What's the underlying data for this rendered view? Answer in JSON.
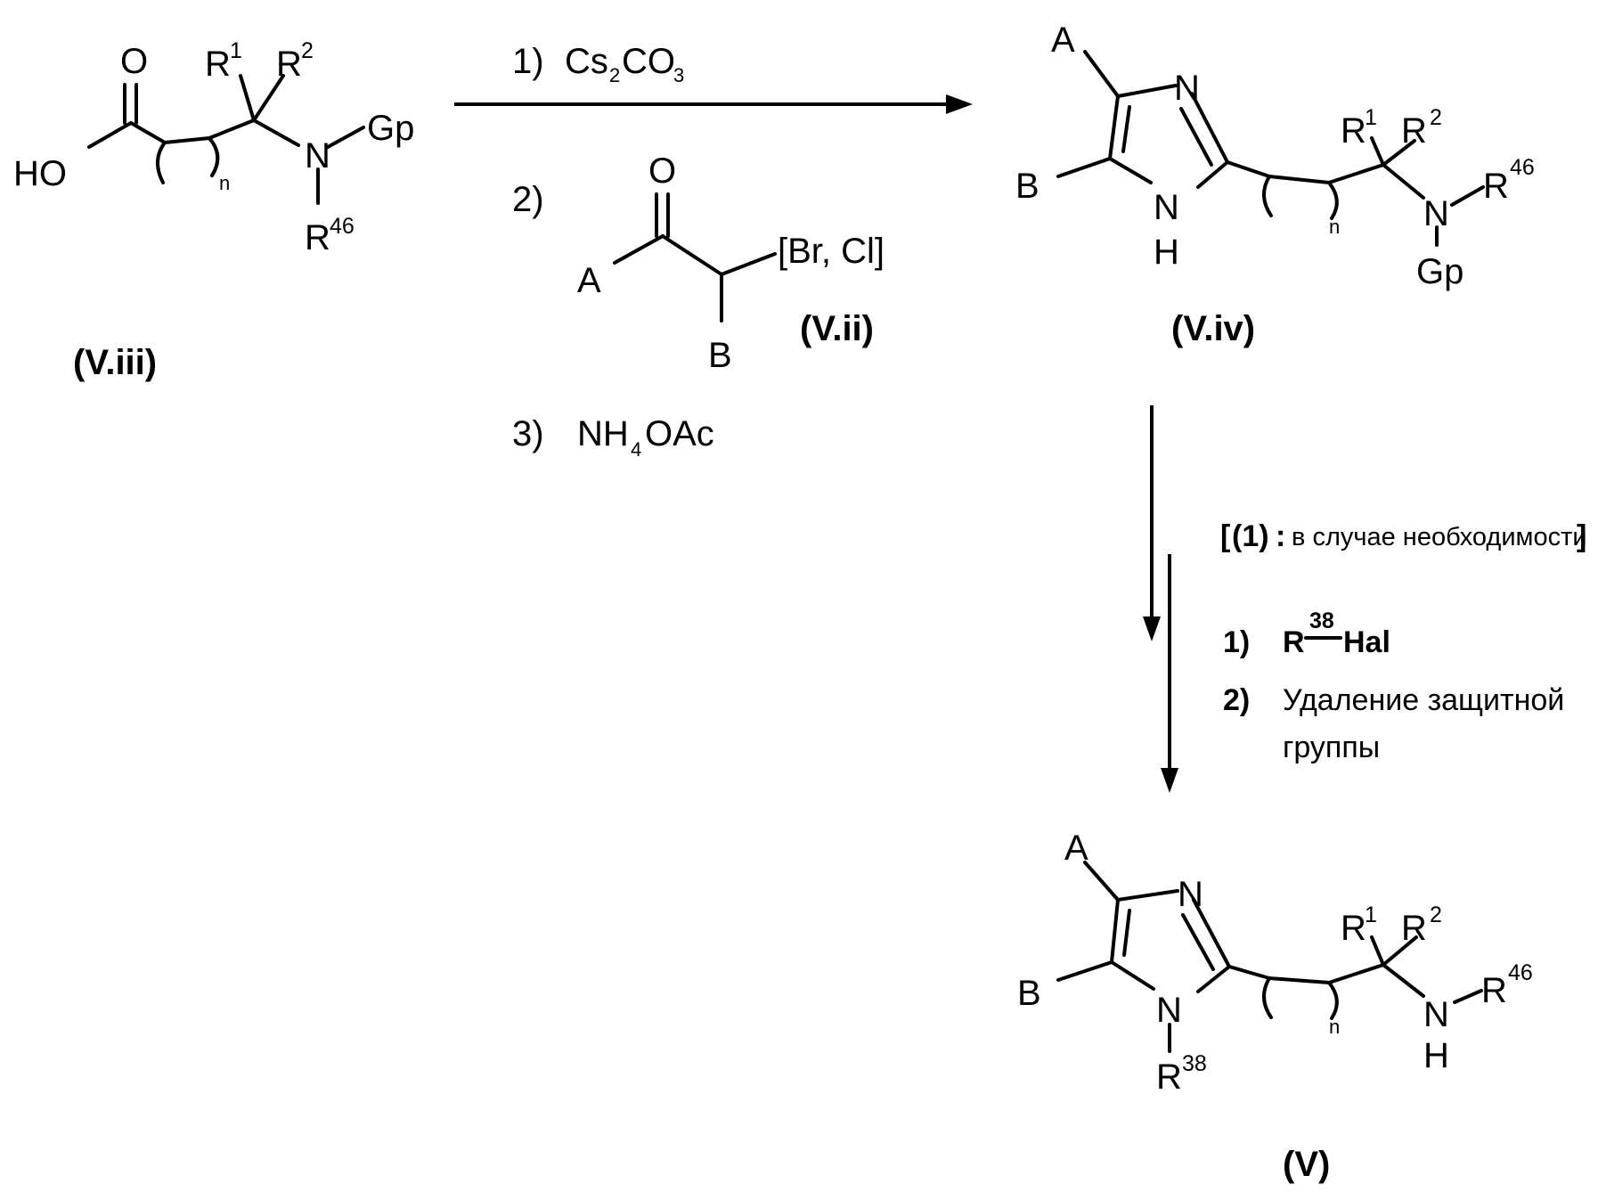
{
  "compounds": {
    "v_iii": {
      "label": "(V.iii)",
      "atoms": {
        "oxygen": "O",
        "hydroxyl": "HO",
        "r1": "R",
        "r1_sup": "1",
        "r2": "R",
        "r2_sup": "2",
        "nitrogen": "N",
        "gp": "Gp",
        "r46": "R",
        "r46_sup": "46",
        "n": "n"
      }
    },
    "v_ii": {
      "label": "(V.ii)",
      "atoms": {
        "oxygen": "O",
        "a": "A",
        "b": "B",
        "halogen": "[Br, Cl]"
      }
    },
    "v_iv": {
      "label": "(V.iv)",
      "atoms": {
        "a": "A",
        "b": "B",
        "ring_n": "N",
        "ring_nh_n": "N",
        "ring_nh_h": "H",
        "r1": "R",
        "r1_sup": "1",
        "r2": "R",
        "r2_sup": "2",
        "nitrogen": "N",
        "r46": "R",
        "r46_sup": "46",
        "gp": "Gp",
        "n": "n"
      }
    },
    "v": {
      "label": "(V)",
      "atoms": {
        "a": "A",
        "b": "B",
        "ring_n": "N",
        "ring_n1": "N",
        "r38": "R",
        "r38_sup": "38",
        "r1": "R",
        "r1_sup": "1",
        "r2": "R",
        "r2_sup": "2",
        "nh_n": "N",
        "nh_h": "H",
        "r46": "R",
        "r46_sup": "46",
        "n": "n"
      }
    }
  },
  "step1": {
    "r1_num": "1)",
    "r1_a": "Cs",
    "r1_sub1": "2",
    "r1_b": "CO",
    "r1_sub2": "3",
    "r2_num": "2)",
    "r3_num": "3)",
    "r3_a": "NH",
    "r3_sub": "4",
    "r3_b": "OAc"
  },
  "step2": {
    "bracket_open": "[",
    "cond_num": "(1)",
    "cond_colon": ":",
    "cond_text": "в случае необходимости",
    "bracket_close": "]",
    "s1_num": "1)",
    "s1_r": "R",
    "s1_sup": "38",
    "s1_hal": "Hal",
    "s2_num": "2)",
    "s2_line1": "Удаление защитной",
    "s2_line2": "группы"
  }
}
